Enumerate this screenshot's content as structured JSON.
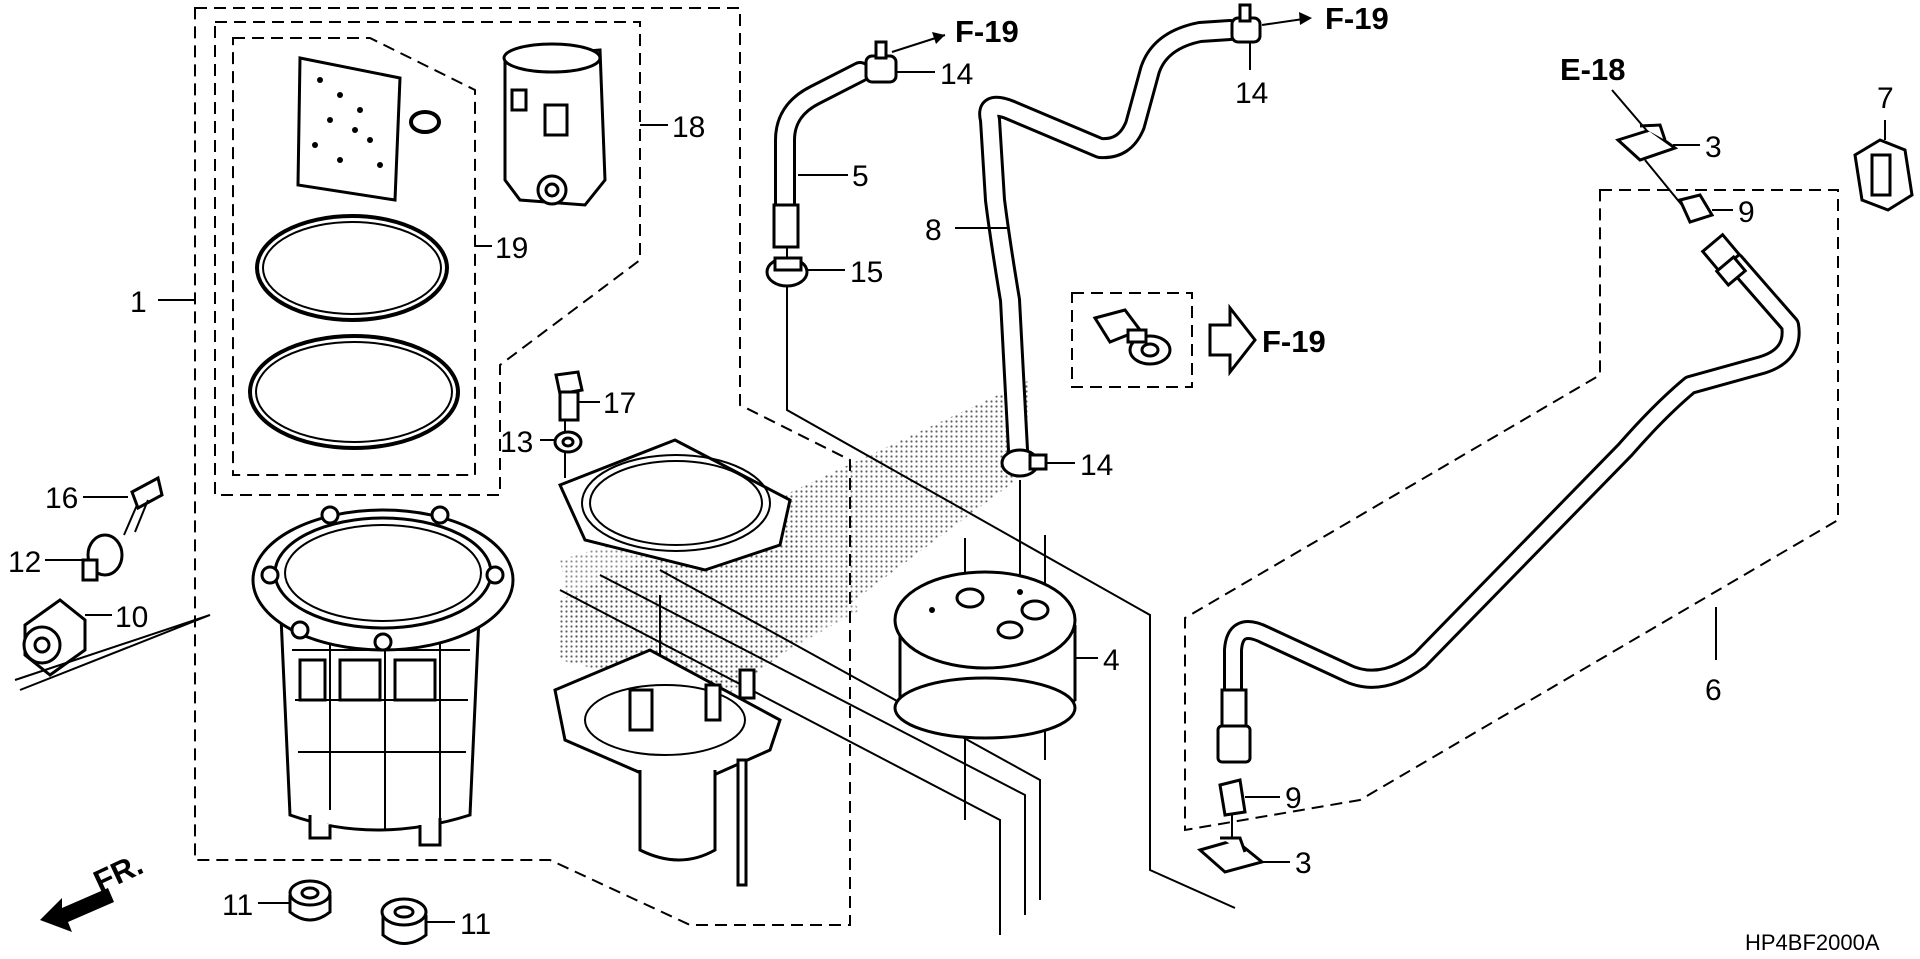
{
  "diagram": {
    "code": "HP4BF2000A",
    "direction_label": "FR.",
    "refs": {
      "r1": "F-19",
      "r2": "F-19",
      "r3": "F-19",
      "r4": "E-18"
    },
    "callouts": {
      "c1": "1",
      "c3a": "3",
      "c3b": "3",
      "c4": "4",
      "c5": "5",
      "c6": "6",
      "c7": "7",
      "c8": "8",
      "c9a": "9",
      "c9b": "9",
      "c10": "10",
      "c11a": "11",
      "c11b": "11",
      "c12": "12",
      "c13": "13",
      "c14a": "14",
      "c14b": "14",
      "c14c": "14",
      "c15": "15",
      "c16": "16",
      "c17": "17",
      "c18": "18",
      "c19": "19"
    }
  }
}
